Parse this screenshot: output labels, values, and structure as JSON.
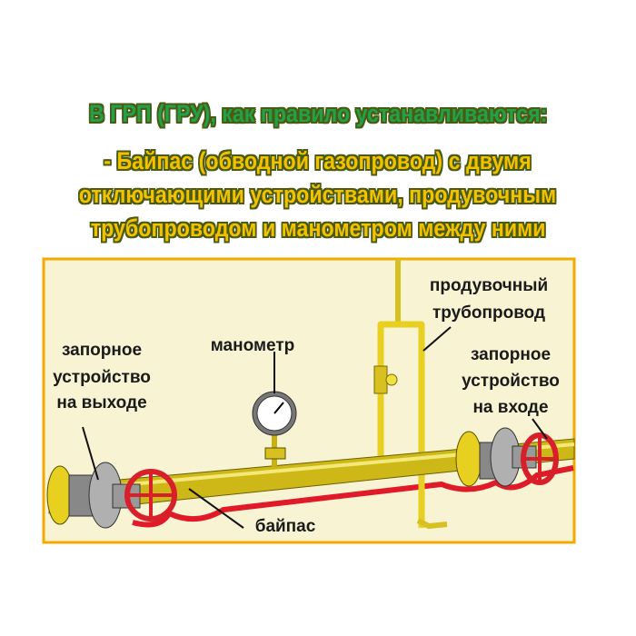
{
  "heading": {
    "title": "В ГРП (ГРУ), как правило устанавливаются:",
    "lines": [
      "- Байпас (обводной газопровод) с двумя",
      "отключающими устройствами, продувочным",
      "трубопроводом и манометром между ними"
    ]
  },
  "diagram": {
    "labels": {
      "outlet_valve": [
        "запорное",
        "устройство",
        "на выходе"
      ],
      "manometer": "манометр",
      "purge_pipe": [
        "продувочный",
        "трубопровод"
      ],
      "inlet_valve": [
        "запорное",
        "устройство",
        "на входе"
      ],
      "bypass": "байпас"
    },
    "colors": {
      "title": "#22a04a",
      "text_yellow": "#f2c200",
      "frame": "#f2aa00",
      "background": "#f8f3d2",
      "pipe": "#d8c020",
      "valve_wheel": "#d8202a"
    }
  }
}
